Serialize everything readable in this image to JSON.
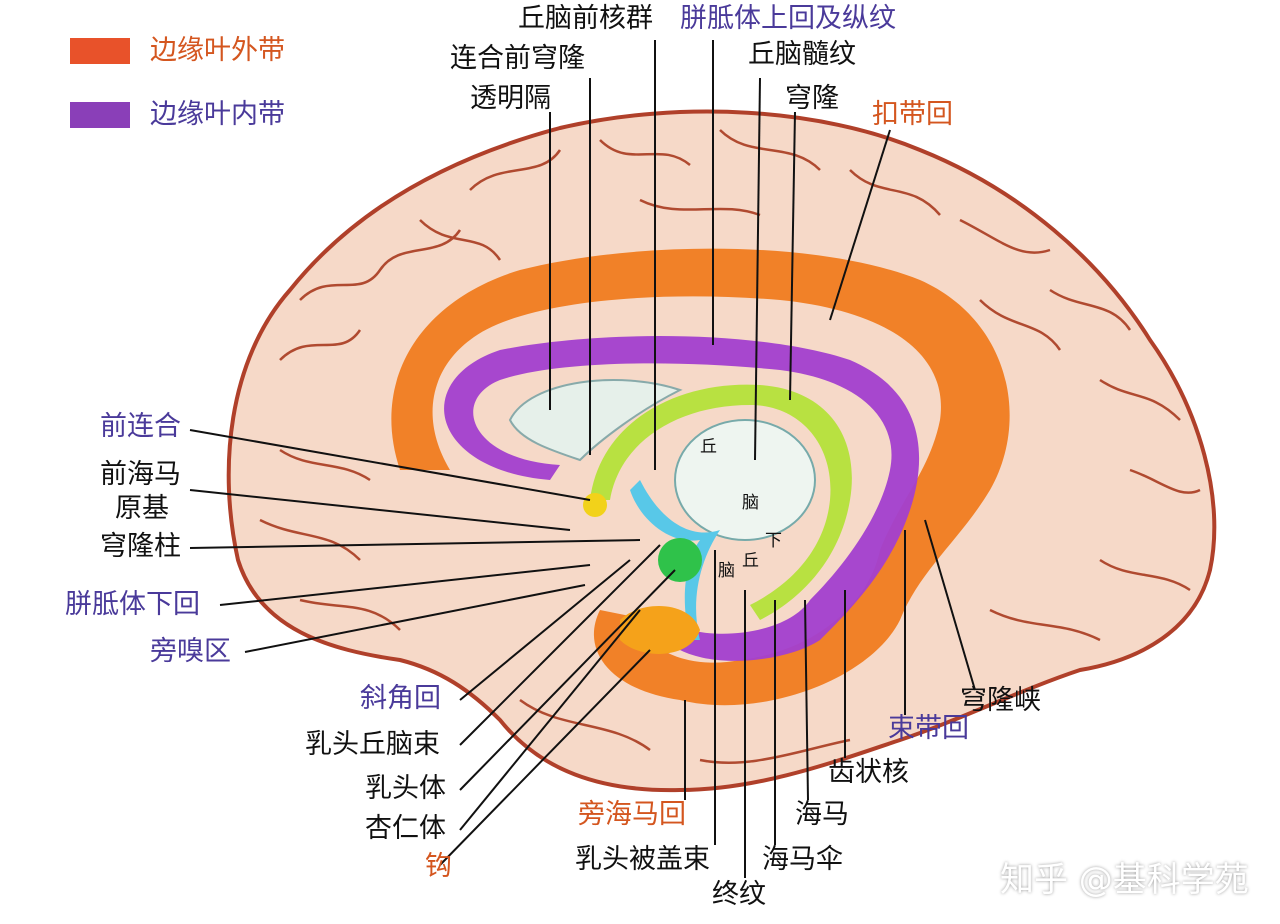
{
  "legend": {
    "outer": {
      "label": "边缘叶外带",
      "color": "#e8522a"
    },
    "inner": {
      "label": "边缘叶内带",
      "color": "#8a3fb8"
    }
  },
  "colors": {
    "brain_fill": "#f6d9c8",
    "brain_outline": "#b0402a",
    "outer_band": "#f07a1a",
    "inner_band": "#a23fcf",
    "fornix_green": "#b4e23a",
    "thalamus_blue": "#58c8e8",
    "label_dark": "#111111",
    "label_orange": "#d4561f",
    "label_purple": "#4a3a9a"
  },
  "labels": {
    "top": {
      "anterior_thalamic_nuclei": "丘脑前核群",
      "supracallosal_gyrus": "胼胝体上回及纵纹",
      "anterior_commissure_fornix": "连合前穹隆",
      "thalamic_medullary_stria": "丘脑髓纹",
      "septum_pellucidum": "透明隔",
      "fornix": "穹隆",
      "cingulate_gyrus": "扣带回"
    },
    "left": {
      "anterior_commissure": "前连合",
      "prehippocampal_rudiment_1": "前海马",
      "prehippocampal_rudiment_2": "原基",
      "fornix_column": "穹隆柱",
      "subcallosal_gyrus": "胼胝体下回",
      "paraolfactory_area": "旁嗅区"
    },
    "bottom": {
      "diagonal_gyrus": "斜角回",
      "mammillothalamic_tract": "乳头丘脑束",
      "mammillary_body": "乳头体",
      "amygdala": "杏仁体",
      "uncus": "钩",
      "parahippocampal_gyrus": "旁海马回",
      "mammillotegmental_tract": "乳头被盖束",
      "stria_terminalis": "终纹",
      "fimbria": "海马伞",
      "hippocampus": "海马",
      "dentate_nucleus": "齿状核",
      "fasciolar_gyrus": "束带回",
      "fornix_isthmus": "穹隆峡"
    },
    "inside": {
      "thal_1": "丘",
      "thal_2": "脑",
      "hypo_1": "下",
      "hypo_2": "丘",
      "hypo_3": "脑"
    }
  },
  "watermark": "知乎 @基科学苑"
}
